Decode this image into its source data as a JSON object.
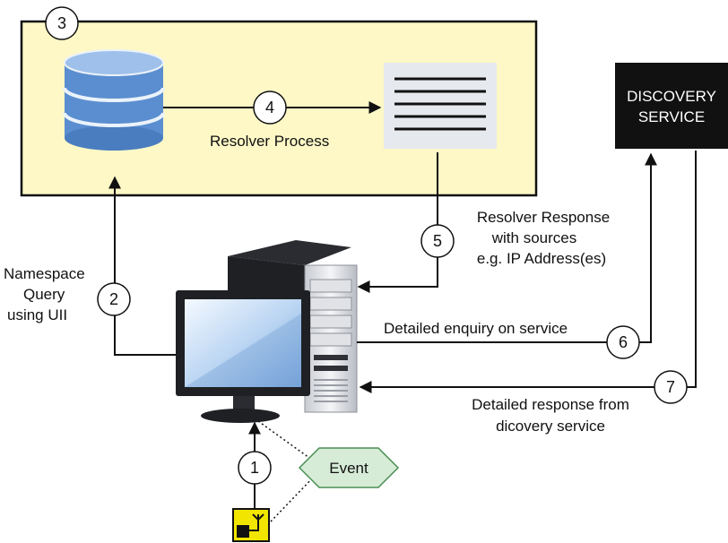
{
  "labels": {
    "resolver_process": "Resolver Process",
    "namespace_query": [
      "Namespace",
      "Query",
      "using UII"
    ],
    "resolver_response": [
      "Resolver Response",
      "with sources",
      "e.g. IP Address(es)"
    ],
    "detailed_enquiry": "Detailed enquiry on service",
    "detailed_response": [
      "Detailed response from",
      "dicovery service"
    ],
    "event": "Event",
    "discovery_service": [
      "DISCOVERY",
      "SERVICE"
    ]
  },
  "steps": {
    "s1": "1",
    "s2": "2",
    "s3": "3",
    "s4": "4",
    "s5": "5",
    "s6": "6",
    "s7": "7"
  },
  "colors": {
    "resolver_box": "#fdf8c6",
    "database": "#5b8ed0",
    "document": "#e6e9ee",
    "discovery_box": "#111111",
    "event_hex": "#d6ecd7",
    "tag": "#f2e600"
  }
}
